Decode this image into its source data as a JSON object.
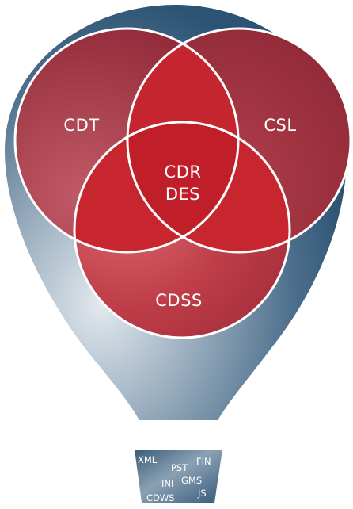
{
  "circles": {
    "left": "CDT",
    "right": "CSL",
    "bottom": "CDSS"
  },
  "center": {
    "line1": "CDR",
    "line2": "DES"
  },
  "basket": {
    "items": [
      "XML",
      "PST",
      "FIN",
      "INI",
      "GMS",
      "CDWS",
      "JS"
    ]
  },
  "colors": {
    "balloon_dark": "#2f5676",
    "balloon_light": "#d7dfe6",
    "circle_fill": "#b7343e",
    "overlap_fill": "#c8242c",
    "circle_stroke": "#ffffff"
  }
}
